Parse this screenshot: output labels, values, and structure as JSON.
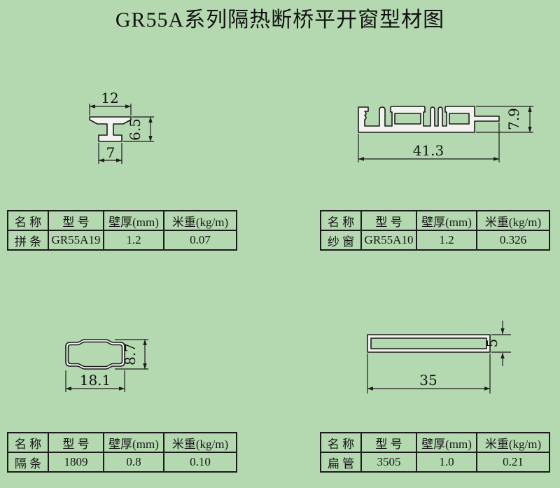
{
  "page": {
    "title": "GR55A系列隔热断桥平开窗型材图",
    "background_color": "#b4d8b0",
    "line_color": "#1c1c1c",
    "profile_fill": "#f2f3ee"
  },
  "drawings": {
    "pintiao": {
      "dim_width": "12",
      "dim_height": "6.5",
      "dim_bottom": "7"
    },
    "shachuang": {
      "dim_width": "41.3",
      "dim_height": "7.9"
    },
    "getiao": {
      "dim_width": "18.1",
      "dim_height": "8.7"
    },
    "bianguan": {
      "dim_width": "35",
      "dim_height": "5"
    }
  },
  "tables": {
    "headers": [
      "名 称",
      "型 号",
      "壁厚(mm)",
      "米重(kg/m)"
    ],
    "rows": {
      "pintiao": [
        "拼 条",
        "GR55A19",
        "1.2",
        "0.07"
      ],
      "shachuang": [
        "纱 窗",
        "GR55A10",
        "1.2",
        "0.326"
      ],
      "getiao": [
        "隔 条",
        "1809",
        "0.8",
        "0.10"
      ],
      "bianguan": [
        "扁 管",
        "3505",
        "1.0",
        "0.21"
      ]
    }
  }
}
